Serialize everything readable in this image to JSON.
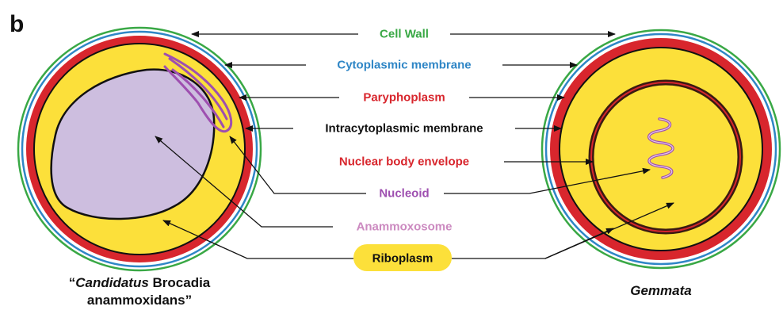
{
  "panel_letter": "b",
  "labels": {
    "cell_wall": "Cell Wall",
    "cytoplasmic_membrane": "Cytoplasmic membrane",
    "paryphoplasm": "Paryphoplasm",
    "intracytoplasmic_membrane": "Intracytoplasmic membrane",
    "nuclear_body_envelope": "Nuclear body envelope",
    "nucleoid": "Nucleoid",
    "anammoxosome": "Anammoxosome",
    "riboplasm": "Riboplasm"
  },
  "left_cell": {
    "name_open_quote": "“",
    "name_italic": "Candidatus",
    "name_rest": " Brocadia",
    "name_line2": "anammoxidans”"
  },
  "right_cell": {
    "name": "Gemmata"
  },
  "colors": {
    "cell_wall": "#39a845",
    "cytoplasmic_membrane": "#2f86c6",
    "paryphoplasm": "#d8262d",
    "intracytoplasmic_membrane": "#111111",
    "nuclear_body_envelope": "#d8262d",
    "nucleoid": "#9e4fb0",
    "anammoxosome": "#cc8ac0",
    "riboplasm_fill": "#fce03a",
    "anammoxosome_fill": "#cdbedf"
  }
}
